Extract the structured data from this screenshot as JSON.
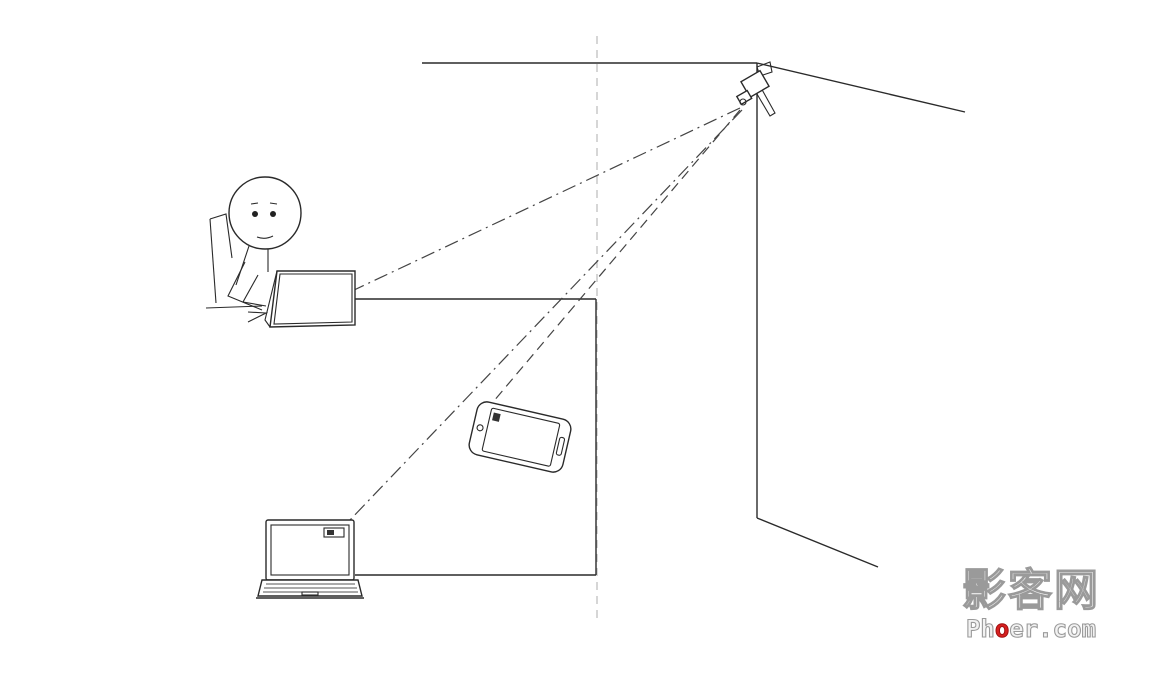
{
  "watermark": {
    "chinese": "影客网",
    "latin_prefix": "Ph",
    "latin_o": "o",
    "latin_suffix": "er.com",
    "accent_color": "#d62020"
  },
  "icons": [
    "camera-icon",
    "person-icon",
    "laptop-icon",
    "smartphone-icon",
    "laptop-icon"
  ],
  "line_color": "#2a2a2a"
}
